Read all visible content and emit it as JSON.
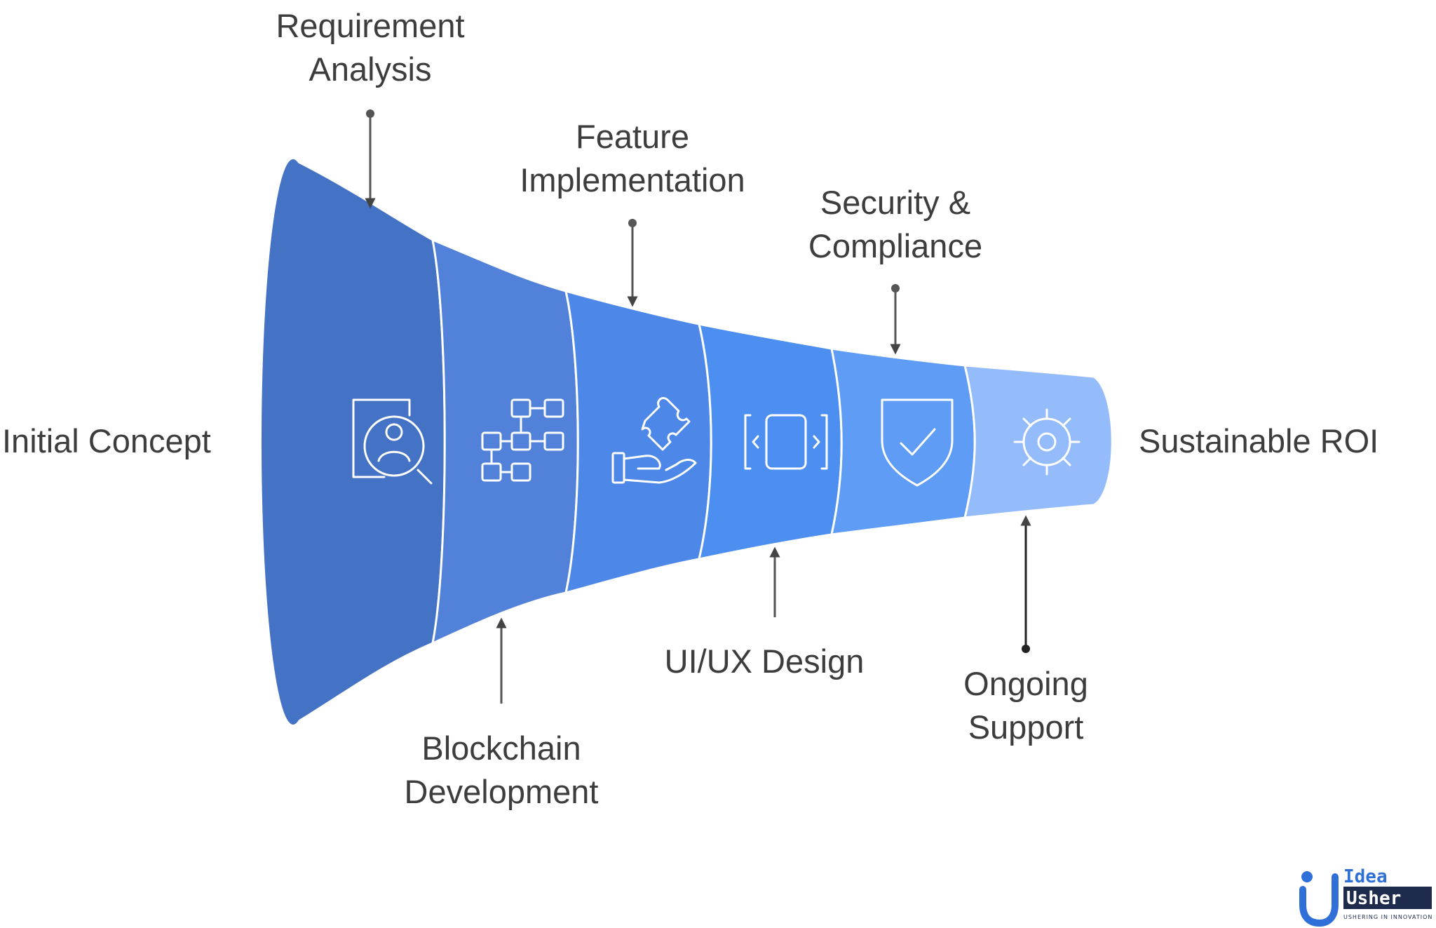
{
  "diagram": {
    "start_label": "Initial Concept",
    "end_label": "Sustainable ROI",
    "stages": [
      {
        "lines": [
          "Requirement",
          "Analysis"
        ],
        "icon": "person-search-icon",
        "color": "#4472c4",
        "label_position": "top"
      },
      {
        "lines": [
          "Blockchain",
          "Development"
        ],
        "icon": "flowchart-icon",
        "color": "#5181d8",
        "label_position": "bottom"
      },
      {
        "lines": [
          "Feature",
          "Implementation"
        ],
        "icon": "puzzle-hand-icon",
        "color": "#4d88e8",
        "label_position": "top"
      },
      {
        "lines": [
          "UI/UX Design"
        ],
        "icon": "screen-frame-icon",
        "color": "#4d8ff0",
        "label_position": "bottom"
      },
      {
        "lines": [
          "Security &",
          "Compliance"
        ],
        "icon": "shield-check-icon",
        "color": "#5e9cf5",
        "label_position": "top"
      },
      {
        "lines": [
          "Ongoing",
          "Support"
        ],
        "icon": "gear-icon",
        "color": "#94bbfa",
        "label_position": "bottom"
      }
    ]
  },
  "logo": {
    "text_top": "Idea",
    "text_bottom": "Usher",
    "tagline": "USHERING IN INNOVATION"
  }
}
